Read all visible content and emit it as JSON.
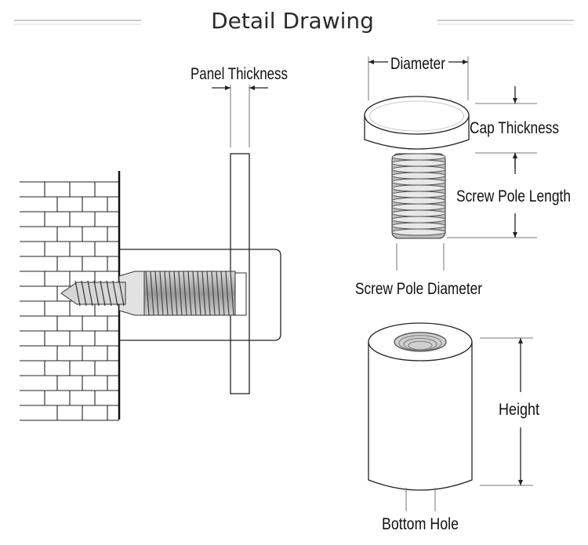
{
  "page": {
    "title": "Detail Drawing"
  },
  "labels": {
    "panel_thickness": "Panel Thickness",
    "diameter": "Diameter",
    "cap_thickness": "Cap Thickness",
    "screw_pole_length": "Screw Pole Length",
    "screw_pole_diameter": "Screw Pole Diameter",
    "height": "Height",
    "bottom_hole": "Bottom Hole"
  }
}
